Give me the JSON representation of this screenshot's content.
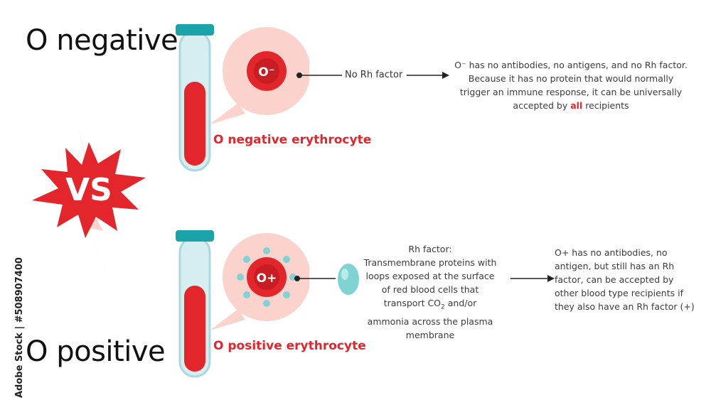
{
  "header": {
    "top_title": "O negative",
    "bottom_title": "O positive",
    "vs_label": "VS"
  },
  "top": {
    "cell_label": "O⁻",
    "caption": "O negative erythrocyte",
    "arrow_label": "No Rh factor",
    "description_lines": [
      "O⁻ has no antibodies, no antigens, and no Rh factor.",
      "Because it has no protein that would normally",
      "trigger an immune response, it can be universally"
    ],
    "description_last_prefix": "accepted by ",
    "description_highlight": "all",
    "description_last_suffix": " recipients"
  },
  "bottom": {
    "cell_label": "O+",
    "caption": "O positive erythrocyte",
    "rh_title": "Rh factor:",
    "rh_lines": [
      "Transmembrane proteins with",
      "loops exposed at the surface",
      "of red blood cells that"
    ],
    "rh_line_co2_prefix": "transport CO",
    "rh_line_co2_sub": "2",
    "rh_line_co2_suffix": " and/or",
    "rh_lines_end": [
      "ammonia across the plasma",
      "membrane"
    ],
    "description_lines": [
      "O+ has no antibodies, no",
      "antigen, but still has an Rh",
      "factor, can be accepted by",
      "other blood type recipients if",
      "they also have an Rh factor (+)"
    ]
  },
  "watermark": "Adobe Stock | #508907400",
  "colors": {
    "blood_red": "#e3262c",
    "bubble_pink": "#fbd3cc",
    "tube_cap": "#1aa3a8",
    "tube_glass": "#d6eef0",
    "rh_protein": "#7fd3d3"
  }
}
